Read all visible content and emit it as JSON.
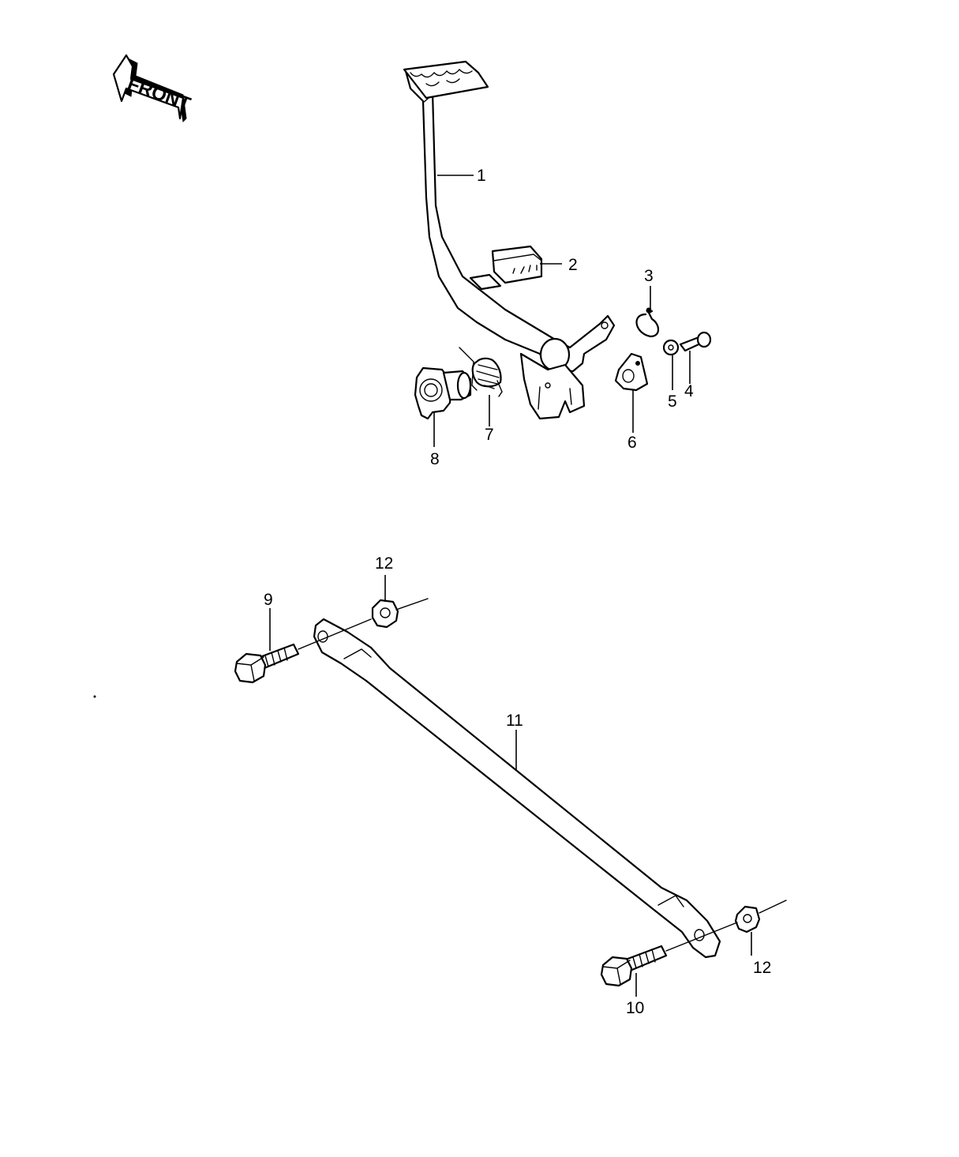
{
  "front_indicator": {
    "label": "FRONT"
  },
  "callouts": [
    {
      "id": "1",
      "text": "1"
    },
    {
      "id": "2",
      "text": "2"
    },
    {
      "id": "3",
      "text": "3"
    },
    {
      "id": "4",
      "text": "4"
    },
    {
      "id": "5",
      "text": "5"
    },
    {
      "id": "6",
      "text": "6"
    },
    {
      "id": "7",
      "text": "7"
    },
    {
      "id": "8",
      "text": "8"
    },
    {
      "id": "9",
      "text": "9"
    },
    {
      "id": "10",
      "text": "10"
    },
    {
      "id": "11",
      "text": "11"
    },
    {
      "id": "12a",
      "text": "12"
    },
    {
      "id": "12b",
      "text": "12"
    }
  ],
  "colors": {
    "line": "#000000",
    "background": "#ffffff"
  }
}
